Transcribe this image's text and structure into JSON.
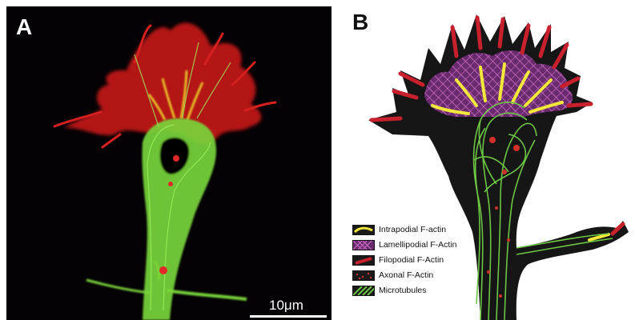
{
  "panel_a": {
    "label": "A",
    "scale_bar_label": "10μm"
  },
  "panel_b": {
    "label": "B",
    "legend": [
      {
        "label": "Intrapodial F-actin",
        "swatch": "intrapodial",
        "color": "#f2e83a"
      },
      {
        "label": "Lamellipodial F-Actin",
        "swatch": "lamellipodial",
        "color": "#c83aa4"
      },
      {
        "label": "Filopodial F-Actin",
        "swatch": "filopodial",
        "color": "#c8202c"
      },
      {
        "label": "Axonal F-Actin",
        "swatch": "axonal",
        "color": "#d4302a"
      },
      {
        "label": "Microtubules",
        "swatch": "microtubules",
        "color": "#6cc644"
      }
    ]
  },
  "colors": {
    "actin_red": "#d81e1e",
    "microtubule_green": "#76d23a",
    "cell_outline": "#141414",
    "lamellipodium_purple": "#7a2f7e",
    "yellow": "#f2e83a"
  }
}
